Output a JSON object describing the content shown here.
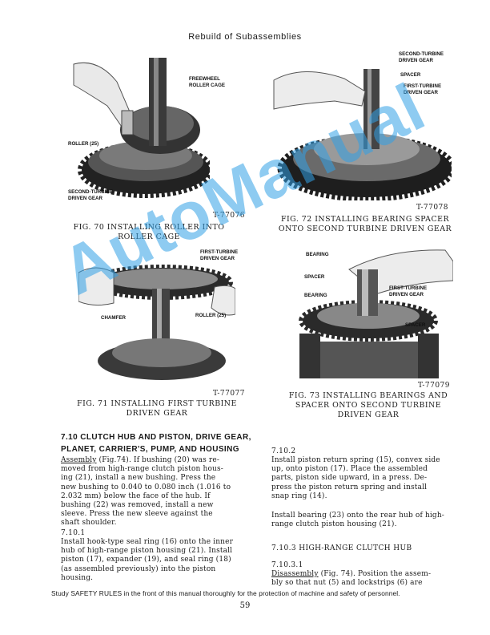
{
  "header": {
    "title": "Rebuild of Subassemblies"
  },
  "figures": {
    "fig70": {
      "tnum": "T-77076",
      "caption_l1": "FIG. 70  INSTALLING ROLLER INTO",
      "caption_l2": "ROLLER CAGE",
      "callouts": {
        "freewheel": "FREEWHEEL",
        "roller_cage": "ROLLER CAGE",
        "roller": "ROLLER (25)",
        "second_turbine": "SECOND-TURBINE",
        "driven_gear": "DRIVEN GEAR"
      }
    },
    "fig71": {
      "tnum": "T-77077",
      "caption_l1": "FIG. 71  INSTALLING FIRST TURBINE",
      "caption_l2": "DRIVEN GEAR",
      "callouts": {
        "first_turbine": "FIRST-TURBINE",
        "driven_gear": "DRIVEN GEAR",
        "chamfer": "CHAMFER",
        "roller": "ROLLER (25)"
      }
    },
    "fig72": {
      "tnum": "T-77078",
      "caption_l1": "FIG. 72  INSTALLING BEARING SPACER",
      "caption_l2": "ONTO SECOND TURBINE DRIVEN GEAR",
      "callouts": {
        "second_turbine": "SECOND-TURBINE",
        "driven_gear": "DRIVEN GEAR",
        "spacer": "SPACER",
        "first_turbine": "FIRST-TURBINE",
        "driven_gear2": "DRIVEN GEAR"
      }
    },
    "fig73": {
      "tnum": "T-77079",
      "caption_l1": "FIG. 73  INSTALLING BEARINGS AND",
      "caption_l2": "SPACER ONTO SECOND TURBINE",
      "caption_l3": "DRIVEN GEAR",
      "callouts": {
        "bearing_top": "BEARING",
        "spacer_top": "SPACER",
        "bearing_mid": "BEARING",
        "first_turbine": "FIRST-TURBINE",
        "driven_gear": "DRIVEN GEAR",
        "spacer_right": "SPACER"
      }
    }
  },
  "watermark": "AutoManual",
  "section": {
    "heading_l1": "7.10 CLUTCH HUB AND PISTON, DRIVE GEAR,",
    "heading_l2": "PLANET, CARRIER'S, PUMP, AND HOUSING",
    "assembly_label": "Assembly",
    "assembly_lines": [
      " (Fig.74).  If bushing (20) was re-",
      "moved from high-range clutch piston hous-",
      "ing (21), install a new bushing.  Press the",
      "new bushing to 0.040 to 0.080 inch (1.016 to",
      "2.032 mm) below the face of the hub.  If",
      "bushing (22) was removed, install a new",
      "sleeve.  Press the new sleeve against the",
      "shaft shoulder."
    ],
    "sub1_num": "7.10.1",
    "sub1_lines": [
      "Install hook-type seal ring (16) onto the inner",
      "hub of high-range piston housing (21).  Install",
      "piston (17), expander (19), and seal ring (18)",
      "(as assembled previously) into the piston",
      "housing."
    ],
    "sub2_num": "7.10.2",
    "sub2_lines": [
      "Install piston return spring (15), convex side",
      "up, onto piston (17).  Place the assembled",
      "parts, piston side upward, in a press.  De-",
      "press the piston return spring and install",
      "snap ring (14)."
    ],
    "bearing_lines": [
      "Install bearing (23) onto the rear hub of high-",
      "range clutch piston housing (21)."
    ],
    "sub3_heading": "7.10.3 HIGH-RANGE CLUTCH HUB",
    "sub31_num": "7.10.3.1",
    "disassembly_label": "Disassembly",
    "disassembly_lines": [
      " (Fig. 74).   Position the assem-",
      "bly so that nut (5) and lockstrips (6) are"
    ]
  },
  "footer": {
    "text": "Study SAFETY RULES in the front of this manual thoroughly for the protection of machine and safety of personnel."
  },
  "page_number": "59"
}
